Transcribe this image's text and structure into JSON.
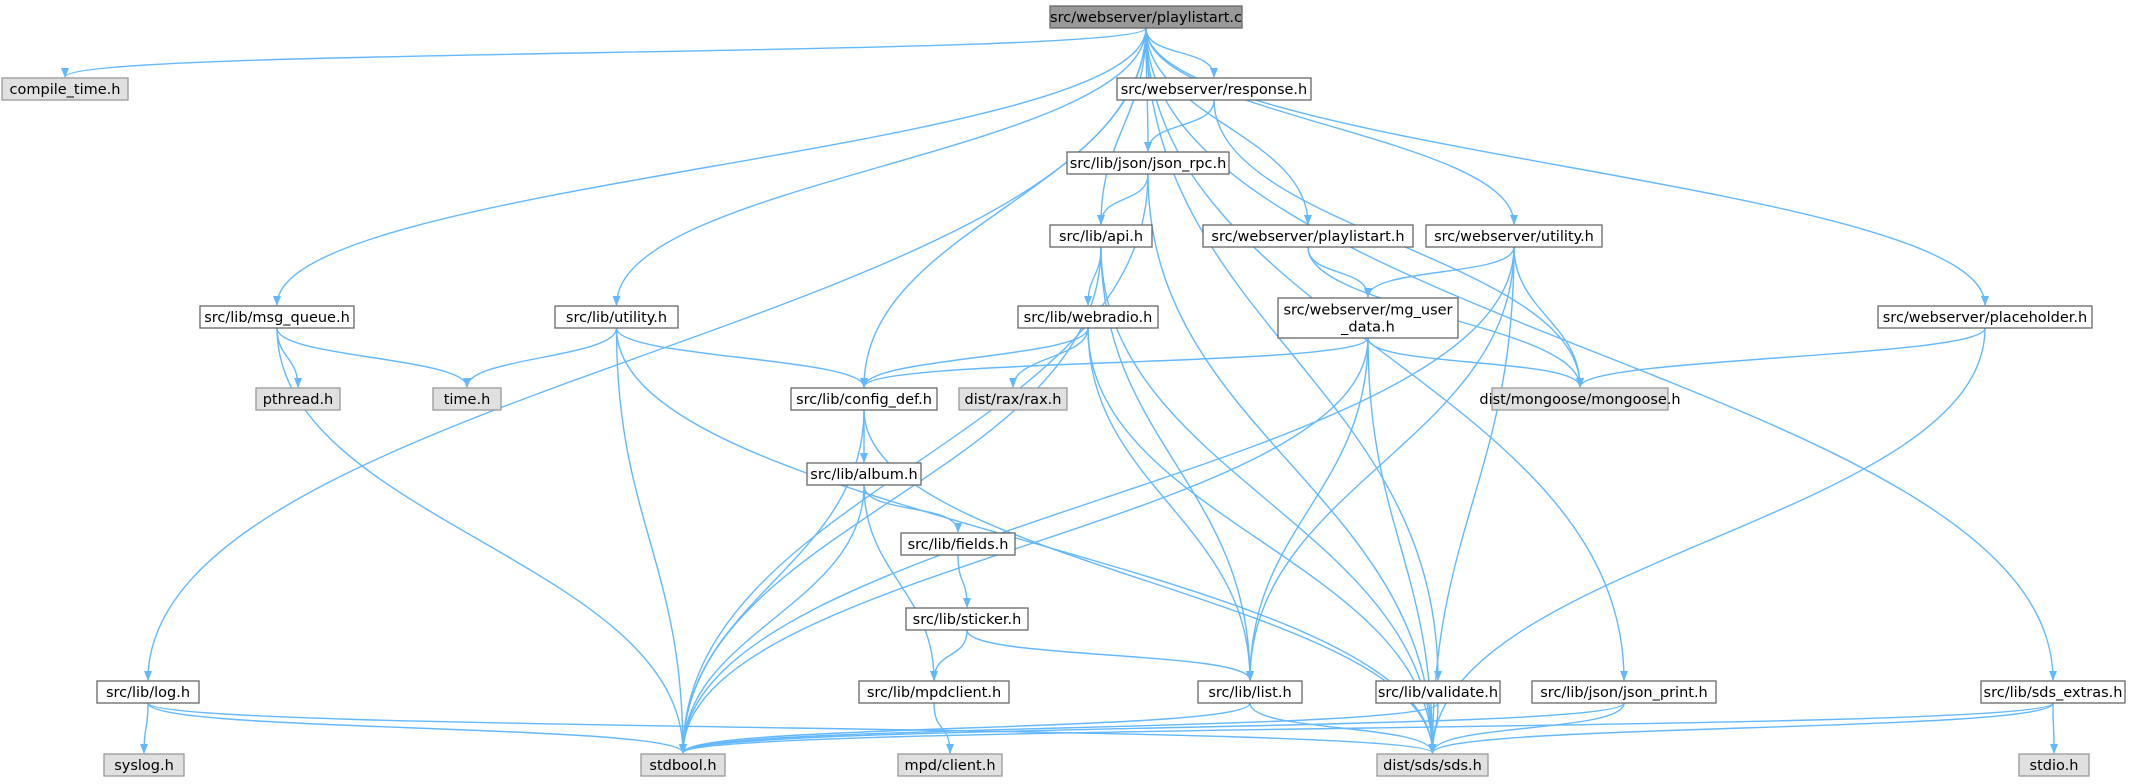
{
  "colors": {
    "edge": "#63b8ff",
    "node_border": "#666666",
    "root_fill": "#999999",
    "external_fill": "#e0e0e0",
    "internal_fill": "#ffffff"
  },
  "nodes": [
    {
      "id": "root",
      "label": [
        "src/webserver/playlistart.c"
      ],
      "kind": "root"
    },
    {
      "id": "compile_time",
      "label": [
        "compile_time.h"
      ],
      "kind": "external"
    },
    {
      "id": "response",
      "label": [
        "src/webserver/response.h"
      ],
      "kind": "internal"
    },
    {
      "id": "json_rpc",
      "label": [
        "src/lib/json/json_rpc.h"
      ],
      "kind": "internal"
    },
    {
      "id": "api",
      "label": [
        "src/lib/api.h"
      ],
      "kind": "internal"
    },
    {
      "id": "playlistart_h",
      "label": [
        "src/webserver/playlistart.h"
      ],
      "kind": "internal"
    },
    {
      "id": "ws_utility",
      "label": [
        "src/webserver/utility.h"
      ],
      "kind": "internal"
    },
    {
      "id": "msg_queue",
      "label": [
        "src/lib/msg_queue.h"
      ],
      "kind": "internal"
    },
    {
      "id": "lib_utility",
      "label": [
        "src/lib/utility.h"
      ],
      "kind": "internal"
    },
    {
      "id": "webradio",
      "label": [
        "src/lib/webradio.h"
      ],
      "kind": "internal"
    },
    {
      "id": "mg_user_data",
      "label": [
        "src/webserver/mg_user",
        "_data.h"
      ],
      "kind": "internal"
    },
    {
      "id": "placeholder",
      "label": [
        "src/webserver/placeholder.h"
      ],
      "kind": "internal"
    },
    {
      "id": "pthread",
      "label": [
        "pthread.h"
      ],
      "kind": "external"
    },
    {
      "id": "time",
      "label": [
        "time.h"
      ],
      "kind": "external"
    },
    {
      "id": "config_def",
      "label": [
        "src/lib/config_def.h"
      ],
      "kind": "internal"
    },
    {
      "id": "rax",
      "label": [
        "dist/rax/rax.h"
      ],
      "kind": "external"
    },
    {
      "id": "mongoose",
      "label": [
        "dist/mongoose/mongoose.h"
      ],
      "kind": "external"
    },
    {
      "id": "album",
      "label": [
        "src/lib/album.h"
      ],
      "kind": "internal"
    },
    {
      "id": "fields",
      "label": [
        "src/lib/fields.h"
      ],
      "kind": "internal"
    },
    {
      "id": "sticker",
      "label": [
        "src/lib/sticker.h"
      ],
      "kind": "internal"
    },
    {
      "id": "log",
      "label": [
        "src/lib/log.h"
      ],
      "kind": "internal"
    },
    {
      "id": "mpdclient",
      "label": [
        "src/lib/mpdclient.h"
      ],
      "kind": "internal"
    },
    {
      "id": "list",
      "label": [
        "src/lib/list.h"
      ],
      "kind": "internal"
    },
    {
      "id": "validate",
      "label": [
        "src/lib/validate.h"
      ],
      "kind": "internal"
    },
    {
      "id": "json_print",
      "label": [
        "src/lib/json/json_print.h"
      ],
      "kind": "internal"
    },
    {
      "id": "sds_extras",
      "label": [
        "src/lib/sds_extras.h"
      ],
      "kind": "internal"
    },
    {
      "id": "syslog",
      "label": [
        "syslog.h"
      ],
      "kind": "external"
    },
    {
      "id": "stdbool",
      "label": [
        "stdbool.h"
      ],
      "kind": "external"
    },
    {
      "id": "mpd_client",
      "label": [
        "mpd/client.h"
      ],
      "kind": "external"
    },
    {
      "id": "sds",
      "label": [
        "dist/sds/sds.h"
      ],
      "kind": "external"
    },
    {
      "id": "stdio",
      "label": [
        "stdio.h"
      ],
      "kind": "external"
    }
  ],
  "edges": [
    [
      "root",
      "compile_time"
    ],
    [
      "root",
      "response"
    ],
    [
      "root",
      "json_rpc"
    ],
    [
      "root",
      "api"
    ],
    [
      "root",
      "playlistart_h"
    ],
    [
      "root",
      "ws_utility"
    ],
    [
      "root",
      "msg_queue"
    ],
    [
      "root",
      "lib_utility"
    ],
    [
      "root",
      "config_def"
    ],
    [
      "root",
      "placeholder"
    ],
    [
      "root",
      "log"
    ],
    [
      "root",
      "validate"
    ],
    [
      "root",
      "json_print"
    ],
    [
      "root",
      "sds_extras"
    ],
    [
      "response",
      "json_rpc"
    ],
    [
      "response",
      "mongoose"
    ],
    [
      "json_rpc",
      "api"
    ],
    [
      "json_rpc",
      "stdbool"
    ],
    [
      "json_rpc",
      "sds"
    ],
    [
      "api",
      "webradio"
    ],
    [
      "api",
      "list"
    ],
    [
      "api",
      "sds"
    ],
    [
      "api",
      "stdbool"
    ],
    [
      "playlistart_h",
      "mg_user_data"
    ],
    [
      "playlistart_h",
      "mongoose"
    ],
    [
      "ws_utility",
      "mg_user_data"
    ],
    [
      "ws_utility",
      "mongoose"
    ],
    [
      "ws_utility",
      "list"
    ],
    [
      "ws_utility",
      "sds"
    ],
    [
      "ws_utility",
      "stdbool"
    ],
    [
      "msg_queue",
      "pthread"
    ],
    [
      "msg_queue",
      "time"
    ],
    [
      "msg_queue",
      "stdbool"
    ],
    [
      "lib_utility",
      "time"
    ],
    [
      "lib_utility",
      "config_def"
    ],
    [
      "lib_utility",
      "stdbool"
    ],
    [
      "lib_utility",
      "sds"
    ],
    [
      "webradio",
      "config_def"
    ],
    [
      "webradio",
      "rax"
    ],
    [
      "webradio",
      "list"
    ],
    [
      "webradio",
      "sds"
    ],
    [
      "mg_user_data",
      "config_def"
    ],
    [
      "mg_user_data",
      "mongoose"
    ],
    [
      "mg_user_data",
      "list"
    ],
    [
      "mg_user_data",
      "sds"
    ],
    [
      "mg_user_data",
      "stdbool"
    ],
    [
      "placeholder",
      "mongoose"
    ],
    [
      "placeholder",
      "sds"
    ],
    [
      "config_def",
      "album"
    ],
    [
      "config_def",
      "stdbool"
    ],
    [
      "config_def",
      "sds"
    ],
    [
      "album",
      "fields"
    ],
    [
      "album",
      "mpdclient"
    ],
    [
      "album",
      "stdbool"
    ],
    [
      "fields",
      "sticker"
    ],
    [
      "sticker",
      "mpdclient"
    ],
    [
      "sticker",
      "list"
    ],
    [
      "mpdclient",
      "mpd_client"
    ],
    [
      "list",
      "stdbool"
    ],
    [
      "list",
      "sds"
    ],
    [
      "log",
      "syslog"
    ],
    [
      "log",
      "stdbool"
    ],
    [
      "log",
      "sds"
    ],
    [
      "validate",
      "sds"
    ],
    [
      "validate",
      "stdbool"
    ],
    [
      "json_print",
      "sds"
    ],
    [
      "json_print",
      "stdbool"
    ],
    [
      "sds_extras",
      "stdio"
    ],
    [
      "sds_extras",
      "sds"
    ],
    [
      "sds_extras",
      "stdbool"
    ]
  ]
}
